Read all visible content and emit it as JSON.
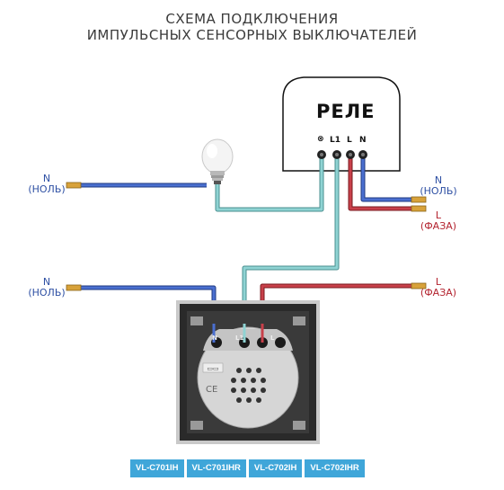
{
  "title": {
    "line1": "СХЕМА ПОДКЛЮЧЕНИЯ",
    "line2": "ИМПУЛЬСНЫХ СЕНСОРНЫХ ВЫКЛЮЧАТЕЛЕЙ"
  },
  "relay": {
    "label": "РЕЛЕ",
    "terminals": [
      "⊗",
      "L1",
      "L",
      "N"
    ]
  },
  "wire_labels": {
    "left_top": {
      "letter": "N",
      "name": "(НОЛЬ)"
    },
    "right_top_n": {
      "letter": "N",
      "name": "(НОЛЬ)"
    },
    "right_top_l": {
      "letter": "L",
      "name": "(ФАЗА)"
    },
    "left_bottom": {
      "letter": "N",
      "name": "(НОЛЬ)"
    },
    "right_bottom": {
      "letter": "L",
      "name": "(ФАЗА)"
    }
  },
  "switch_terminals": [
    "N",
    "L1",
    "L"
  ],
  "models": [
    "VL-C701IH",
    "VL-C701IHR",
    "VL-C702IH",
    "VL-C702IHR"
  ],
  "colors": {
    "neutral": "#2d4fa3",
    "phase": "#b3232f",
    "signal": "#5fb3b3",
    "model_badge": "#3fa6d9"
  }
}
